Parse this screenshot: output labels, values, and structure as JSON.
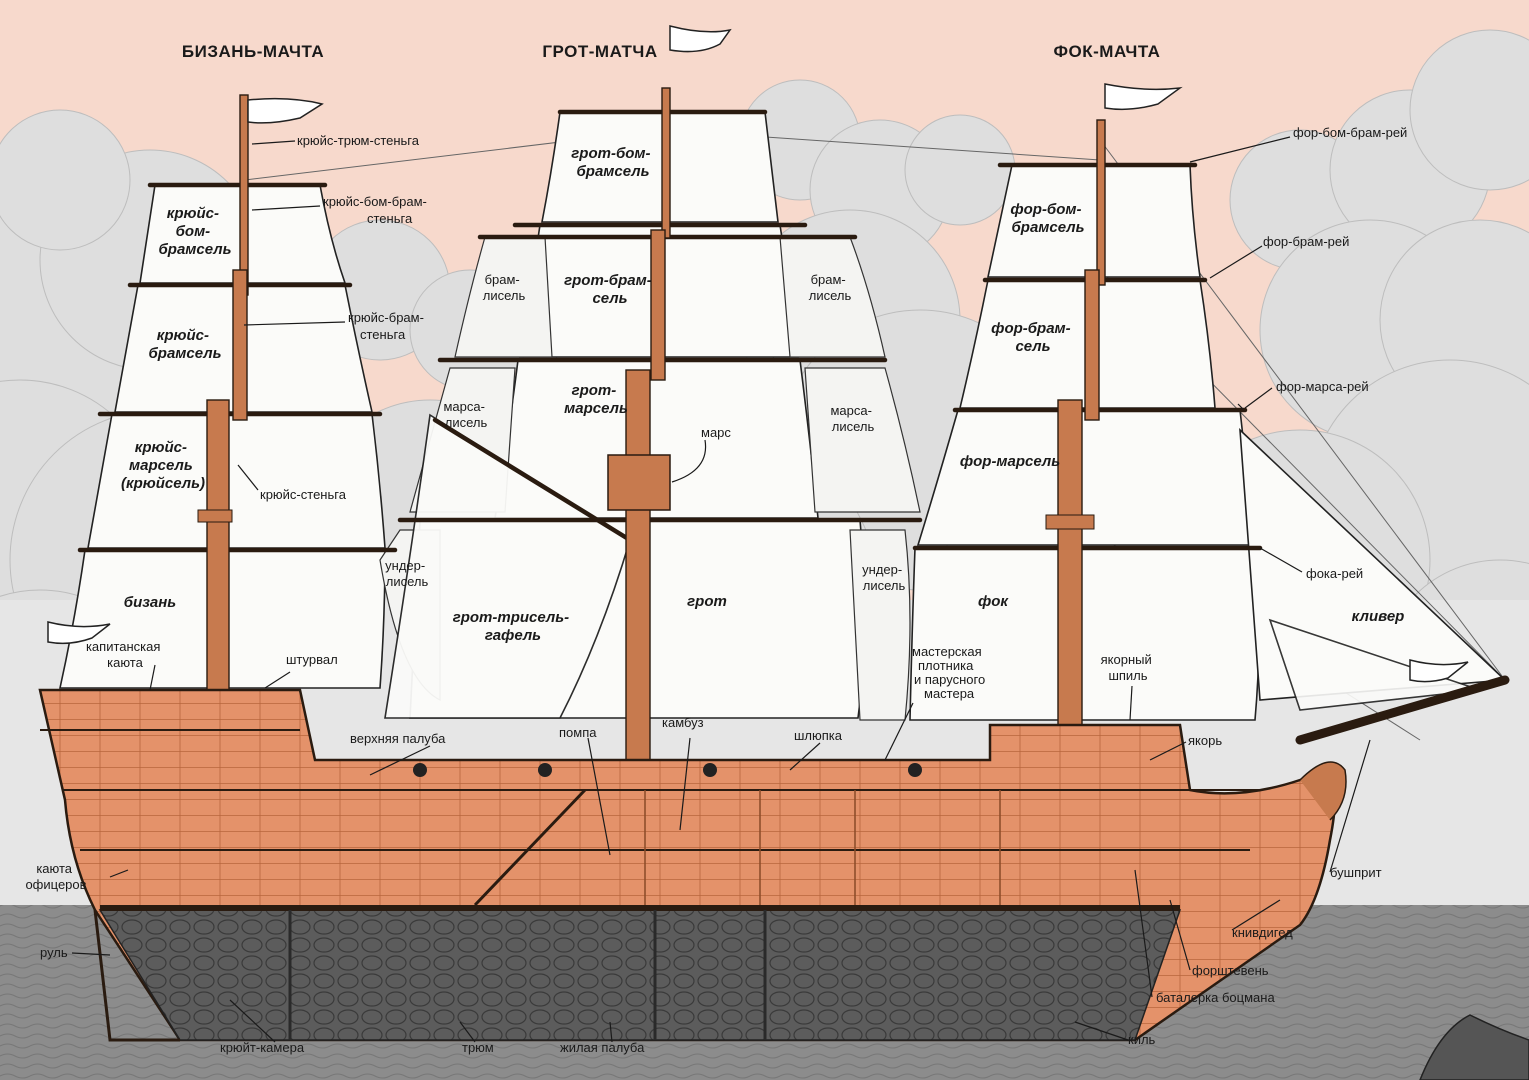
{
  "colors": {
    "sky": "#f7d9cc",
    "cloud": "#dcdcdc",
    "cloud_light": "#ececec",
    "sea": "#8c8c8c",
    "hull": "#e4926a",
    "hull_dark": "#c77a4e",
    "hold": "#5c5c5c",
    "sail": "#fbfbf9",
    "ink": "#1a1a1a"
  },
  "mast_titles": {
    "mizzen": "БИЗАНЬ-МАЧТА",
    "main": "ГРОТ-МАТЧА",
    "fore": "ФОК-МАЧТА"
  },
  "sails": {
    "mizzen_royal": [
      "крюйс-",
      "бом-",
      "брамсель"
    ],
    "mizzen_topgallant": [
      "крюйс-",
      "брамсель"
    ],
    "mizzen_topsail": [
      "крюйс-",
      "марсель",
      "(крюйсель)"
    ],
    "mizzen": "бизань",
    "main_royal": [
      "грот-бом-",
      "брамсель"
    ],
    "main_topgallant": [
      "грот-брам-",
      "сель"
    ],
    "main_topsail": [
      "грот-",
      "марсель"
    ],
    "main_trysail": [
      "грот-трисель-",
      "гафель"
    ],
    "main": "грот",
    "fore_royal": [
      "фор-бом-",
      "брамсель"
    ],
    "fore_topgallant": [
      "фор-брам-",
      "сель"
    ],
    "fore_topsail": "фор-марсель",
    "fore": "фок",
    "jib": "кливер"
  },
  "studding_sails": {
    "left_topgallant": [
      "брам-",
      "лисель"
    ],
    "right_topgallant": [
      "брам-",
      "лисель"
    ],
    "left_topsail": [
      "марса-",
      "лисель"
    ],
    "right_topsail": [
      "марса-",
      "лисель"
    ],
    "left_lower": [
      "ундер-",
      "лисель"
    ],
    "right_lower": [
      "ундер-",
      "лисель"
    ]
  },
  "callouts": {
    "mizzen_pole": "крюйс-трюм-стеньга",
    "mizzen_royal_mast": [
      "крюйс-бом-брам-",
      "стеньга"
    ],
    "mizzen_topgallant_mast": [
      "крюйс-брам-",
      "стеньга"
    ],
    "mizzen_topmast": "крюйс-стеньга",
    "captain_cabin": [
      "капитанская",
      "каюта"
    ],
    "wheel": "штурвал",
    "upper_deck": "верхняя палуба",
    "pump": "помпа",
    "galley": "камбуз",
    "top": "марс",
    "boat": "шлюпка",
    "workshop": [
      "мастерская",
      "плотника",
      "и парусного",
      "мастера"
    ],
    "capstan": [
      "якорный",
      "шпиль"
    ],
    "anchor": "якорь",
    "fore_royal_yard": "фор-бом-брам-рей",
    "fore_topgallant_yard": "фор-брам-рей",
    "fore_topsail_yard": "фор-марса-рей",
    "fore_yard": "фока-рей",
    "officers_cabin": [
      "каюта",
      "офицеров"
    ],
    "rudder": "руль",
    "bowsprit": "бушприт",
    "knee": "книвдигед",
    "stem": "форштевень",
    "boatswain_store": "баталерка боцмана",
    "powder_room": "крюйт-камера",
    "hold": "трюм",
    "living_deck": "жилая палуба",
    "keel": "киль"
  }
}
